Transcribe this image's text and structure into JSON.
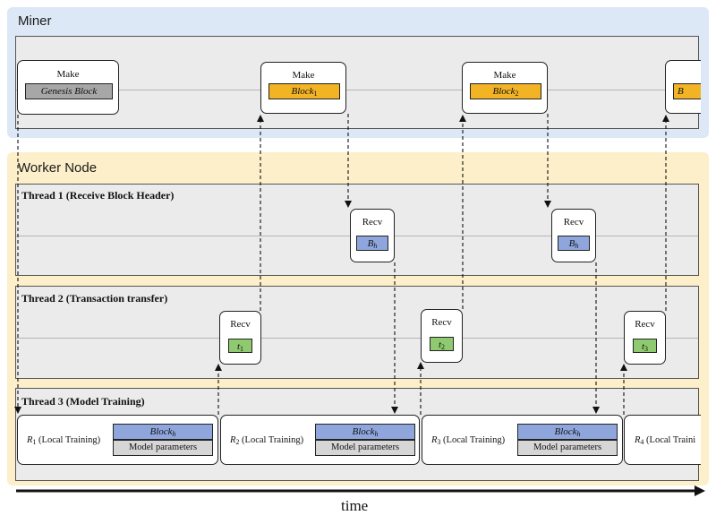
{
  "regions": {
    "miner": {
      "title": "Miner"
    },
    "worker": {
      "title": "Worker Node"
    }
  },
  "threads": {
    "t1": {
      "title": "Thread 1 (Receive Block Header)"
    },
    "t2": {
      "title": "Thread 2 (Transaction transfer)"
    },
    "t3": {
      "title": "Thread 3 (Model Training)"
    }
  },
  "miner_cards": [
    {
      "label": "Make",
      "block": "Genesis Block",
      "sub": ""
    },
    {
      "label": "Make",
      "block": "Block",
      "sub": "1"
    },
    {
      "label": "Make",
      "block": "Block",
      "sub": "2"
    },
    {
      "label": "",
      "block": "B",
      "sub": ""
    }
  ],
  "recv_header_cards": [
    {
      "label": "Recv",
      "tag": "B",
      "sub": "h"
    },
    {
      "label": "Recv",
      "tag": "B",
      "sub": "h"
    }
  ],
  "recv_tx_cards": [
    {
      "label": "Recv",
      "tag": "t",
      "sub": "1"
    },
    {
      "label": "Recv",
      "tag": "t",
      "sub": "2"
    },
    {
      "label": "Recv",
      "tag": "t",
      "sub": "3"
    }
  ],
  "training_cards": [
    {
      "r": "R",
      "r_sub": "1",
      "r_text": " (Local Training)",
      "block": "Block",
      "block_sub": "h",
      "params": "Model parameters"
    },
    {
      "r": "R",
      "r_sub": "2",
      "r_text": " (Local Training)",
      "block": "Block",
      "block_sub": "h",
      "params": "Model parameters"
    },
    {
      "r": "R",
      "r_sub": "3",
      "r_text": " (Local Training)",
      "block": "Block",
      "block_sub": "h",
      "params": "Model parameters"
    },
    {
      "r": "R",
      "r_sub": "4",
      "r_text": " (Local Traini",
      "block": "",
      "block_sub": "",
      "params": ""
    }
  ],
  "axis": {
    "label": "time"
  },
  "colors": {
    "miner_bg": "#dde8f6",
    "worker_bg": "#fcefc9",
    "genesis": "#a7a7a7",
    "block": "#f2b325",
    "header": "#8fa6dd",
    "transaction": "#8fca70",
    "params": "#d6d6d6"
  }
}
